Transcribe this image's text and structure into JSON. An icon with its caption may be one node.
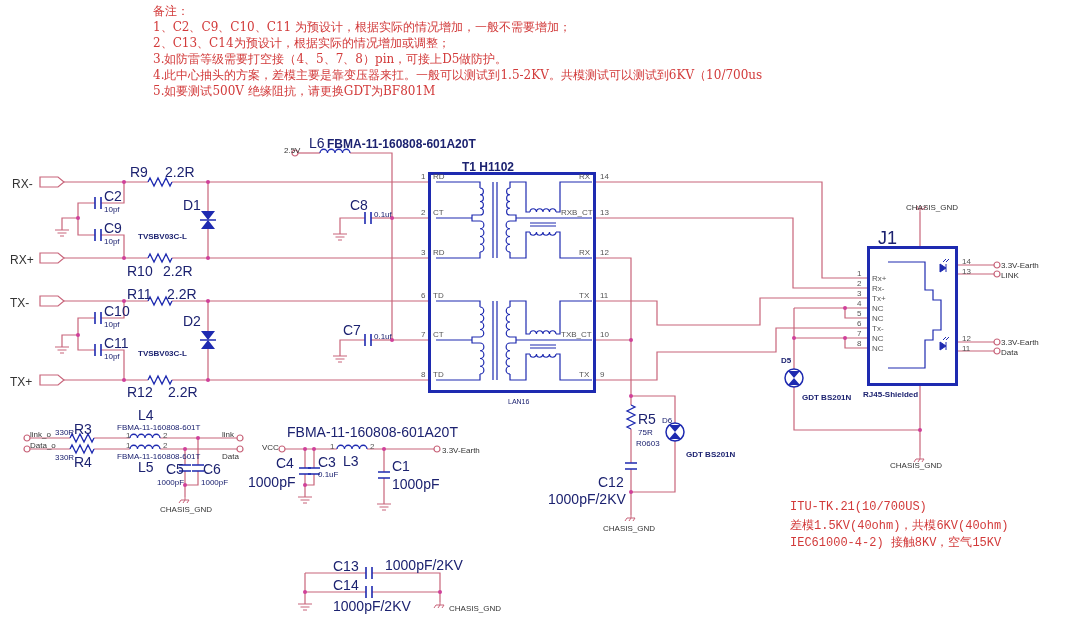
{
  "diagram": {
    "nodes": [
      {
        "text": [
          "T1 H1102"
        ],
        "beside": [
          "LAN16"
        ]
      },
      {
        "text": [
          "J1"
        ],
        "beside": [
          "RJ45-Shielded"
        ]
      }
    ],
    "edges": [
      {
        "from": 0,
        "to": 1,
        "arrow": "none"
      },
      {
        "from": 0,
        "to": 1,
        "arrow": "none"
      },
      {
        "from": 0,
        "to": 1,
        "arrow": "none"
      },
      {
        "from": 0,
        "to": 1,
        "arrow": "none"
      }
    ],
    "labels": [
      "备注：",
      "1、C2、C9、C10、C11 为预设计，根据实际的情况增加，一般不需要增加；",
      "2、C13、C14为预设计，根据实际的情况增加或调整；",
      "3.如防雷等级需要打空接（4、5、7、8）pin，可接上D5做防护。",
      "4.此中心抽头的方案，差模主要是靠变压器来扛。一般可以测试到1.5-2KV。共模测试可以测试到6KV（10/700us",
      "5.如要测试500V 绝缘阻抗，请更换GDT为BF801M",
      "L6",
      "FBMA-11-160808-601A20T",
      "2.5V",
      "RX-",
      "R9",
      "2.2R",
      "C2",
      "10pf",
      "D1",
      "C8",
      "0.1uf",
      "C9",
      "10pf",
      "TVSBV03C-L",
      "RX+",
      "R10",
      "2.2R",
      "R11",
      "2.2R",
      "TX-",
      "C10",
      "10pf",
      "D2",
      "C7",
      "0.1uf",
      "C11",
      "10pf",
      "TVSBV03C-L",
      "TX+",
      "R12",
      "2.2R",
      "1",
      "RD",
      "2",
      "CT",
      "3",
      "RD",
      "6",
      "TD",
      "7",
      "CT",
      "8",
      "TD",
      "RX",
      "14",
      "RXB_CT",
      "13",
      "RX",
      "12",
      "TX",
      "11",
      "TXB_CT",
      "10",
      "TX",
      "9",
      "CHASIS_GND",
      "1",
      "Rx+",
      "2",
      "Rx-",
      "3",
      "Tx+",
      "4",
      "NC",
      "5",
      "NC",
      "6",
      "Tx-",
      "7",
      "NC",
      "8",
      "NC",
      "14",
      "3.3V-Earth",
      "13",
      "LINK",
      "12",
      "3.3V-Earth",
      "11",
      "Data",
      "D5",
      "GDT BS201N",
      "CHASIS_GND",
      "R5",
      "75R",
      "R0603",
      "D6",
      "GDT BS201N",
      "C12",
      "1000pF/2KV",
      "CHASIS_GND",
      "link_o",
      "330R",
      "R3",
      "L4",
      "1",
      "FBMA-11-160808-601T",
      "2",
      "link",
      "Data_o",
      "330R",
      "R4",
      "1",
      "FBMA-11-160808-601T",
      "2",
      "Data",
      "L5",
      "C5",
      "1000pF",
      "C6",
      "1000pF",
      "CHASIS_GND",
      "FBMA-11-160808-601A20T",
      "VCC",
      "1",
      "2",
      "3.3V-Earth",
      "C4",
      "C3",
      "L3",
      "C1",
      "1000pF",
      "0.1uF",
      "1000pF",
      "C13",
      "1000pF/2KV",
      "C14",
      "1000pF/2KV",
      "CHASIS_GND",
      "ITU-TK.21(10/700US)",
      "差模1.5KV(40ohm)，共模6KV(40ohm)",
      "IEC61000-4-2) 接触8KV，空气15KV"
    ]
  }
}
